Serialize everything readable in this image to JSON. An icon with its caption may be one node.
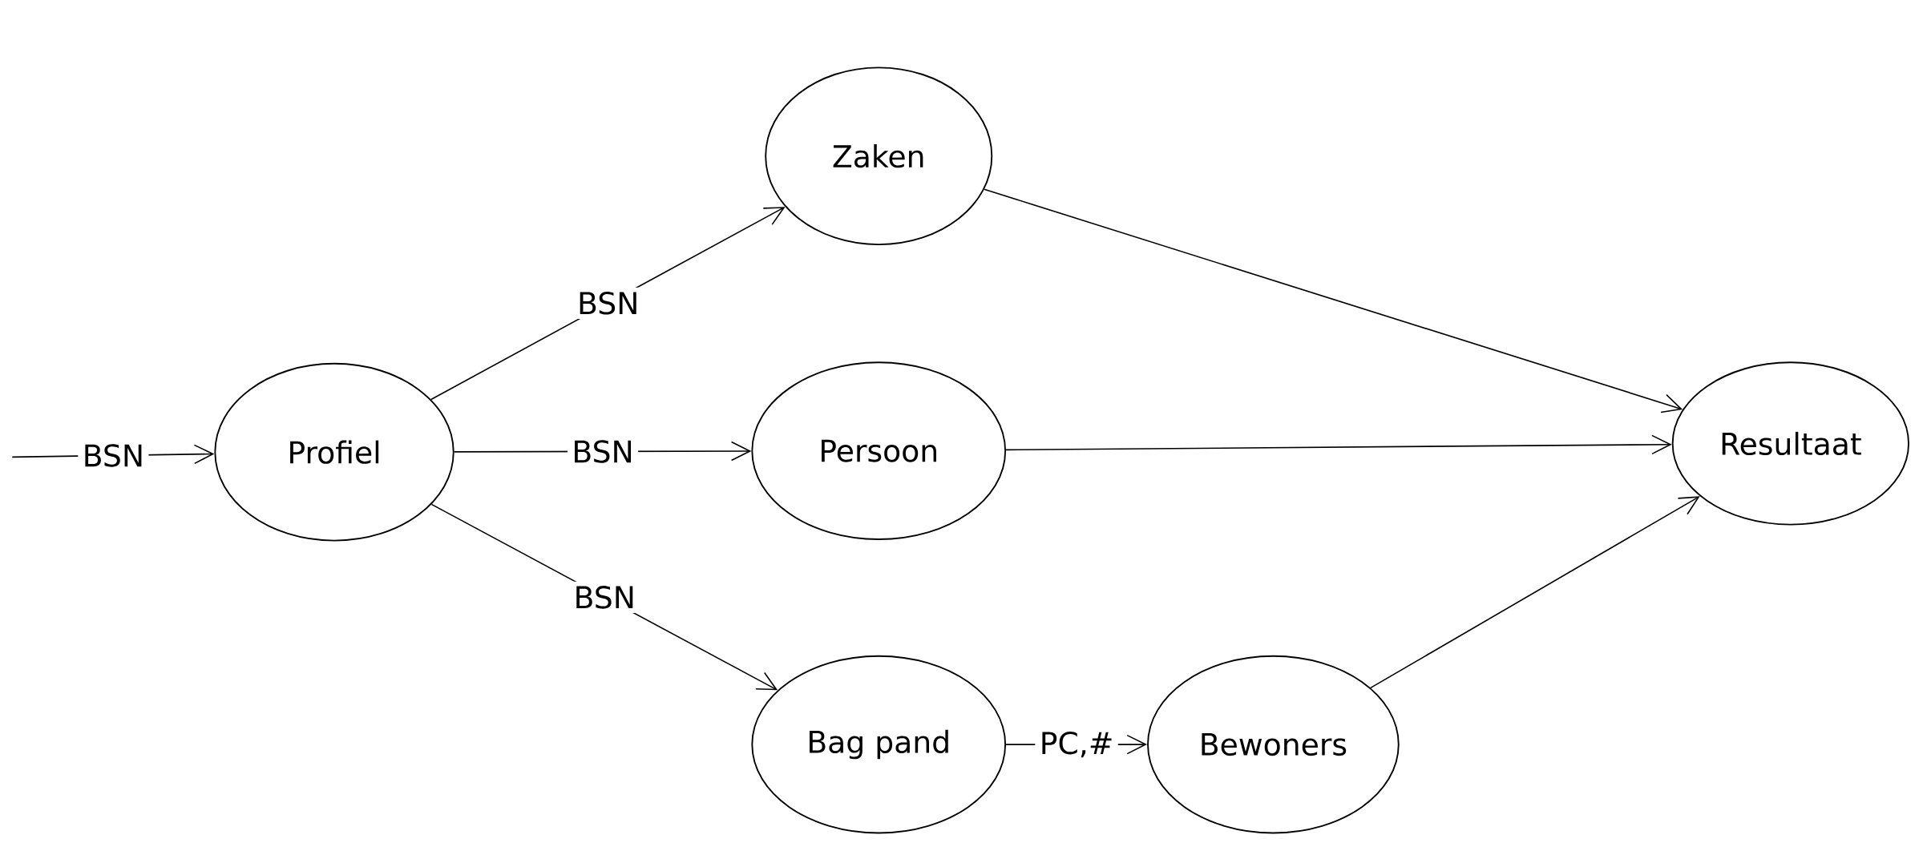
{
  "diagram": {
    "nodes": [
      {
        "text": [
          "Profiel"
        ]
      },
      {
        "text": [
          "Zaken"
        ]
      },
      {
        "text": [
          "Persoon"
        ]
      },
      {
        "text": [
          "Bag pand"
        ]
      },
      {
        "text": [
          "Bewoners"
        ]
      },
      {
        "text": [
          "Resultaat"
        ]
      }
    ],
    "edges": [
      {
        "from": null,
        "to": 0,
        "arrow": "to",
        "label": "BSN"
      },
      {
        "from": 0,
        "to": 1,
        "arrow": "to",
        "label": "BSN"
      },
      {
        "from": 0,
        "to": 2,
        "arrow": "to",
        "label": "BSN"
      },
      {
        "from": 0,
        "to": 3,
        "arrow": "to",
        "label": "BSN"
      },
      {
        "from": 3,
        "to": 4,
        "arrow": "to",
        "label": "PC,#"
      },
      {
        "from": 1,
        "to": 5,
        "arrow": "to"
      },
      {
        "from": 2,
        "to": 5,
        "arrow": "to"
      },
      {
        "from": 4,
        "to": 5,
        "arrow": "to"
      }
    ]
  }
}
